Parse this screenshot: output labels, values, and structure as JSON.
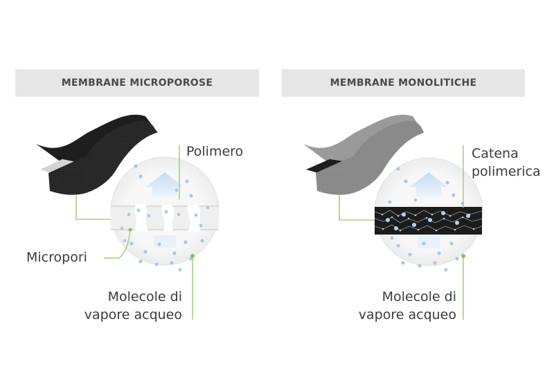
{
  "panels": [
    {
      "title": "MEMBRANE MICROPOROSE",
      "labels": {
        "polymer": "Polimero",
        "pores": "Micropori",
        "vapor_line1": "Molecole di",
        "vapor_line2": "vapore acqueo"
      }
    },
    {
      "title": "MEMBRANE MONOLITICHE",
      "labels": {
        "chain_line1": "Catena",
        "chain_line2": "polimerica",
        "vapor_line1": "Molecole di",
        "vapor_line2": "vapore acqueo"
      }
    }
  ],
  "colors": {
    "accent_line": "#a5d17a",
    "arrow": "#cfe2f3",
    "dot": "#a9c8e6",
    "fabric_dark": "#2b2b2b",
    "fabric_grey": "#8a8a8a",
    "fabric_light": "#c8c8c8",
    "circle_bg": "#f4f4f4",
    "header_bg": "#e6e6e6"
  }
}
